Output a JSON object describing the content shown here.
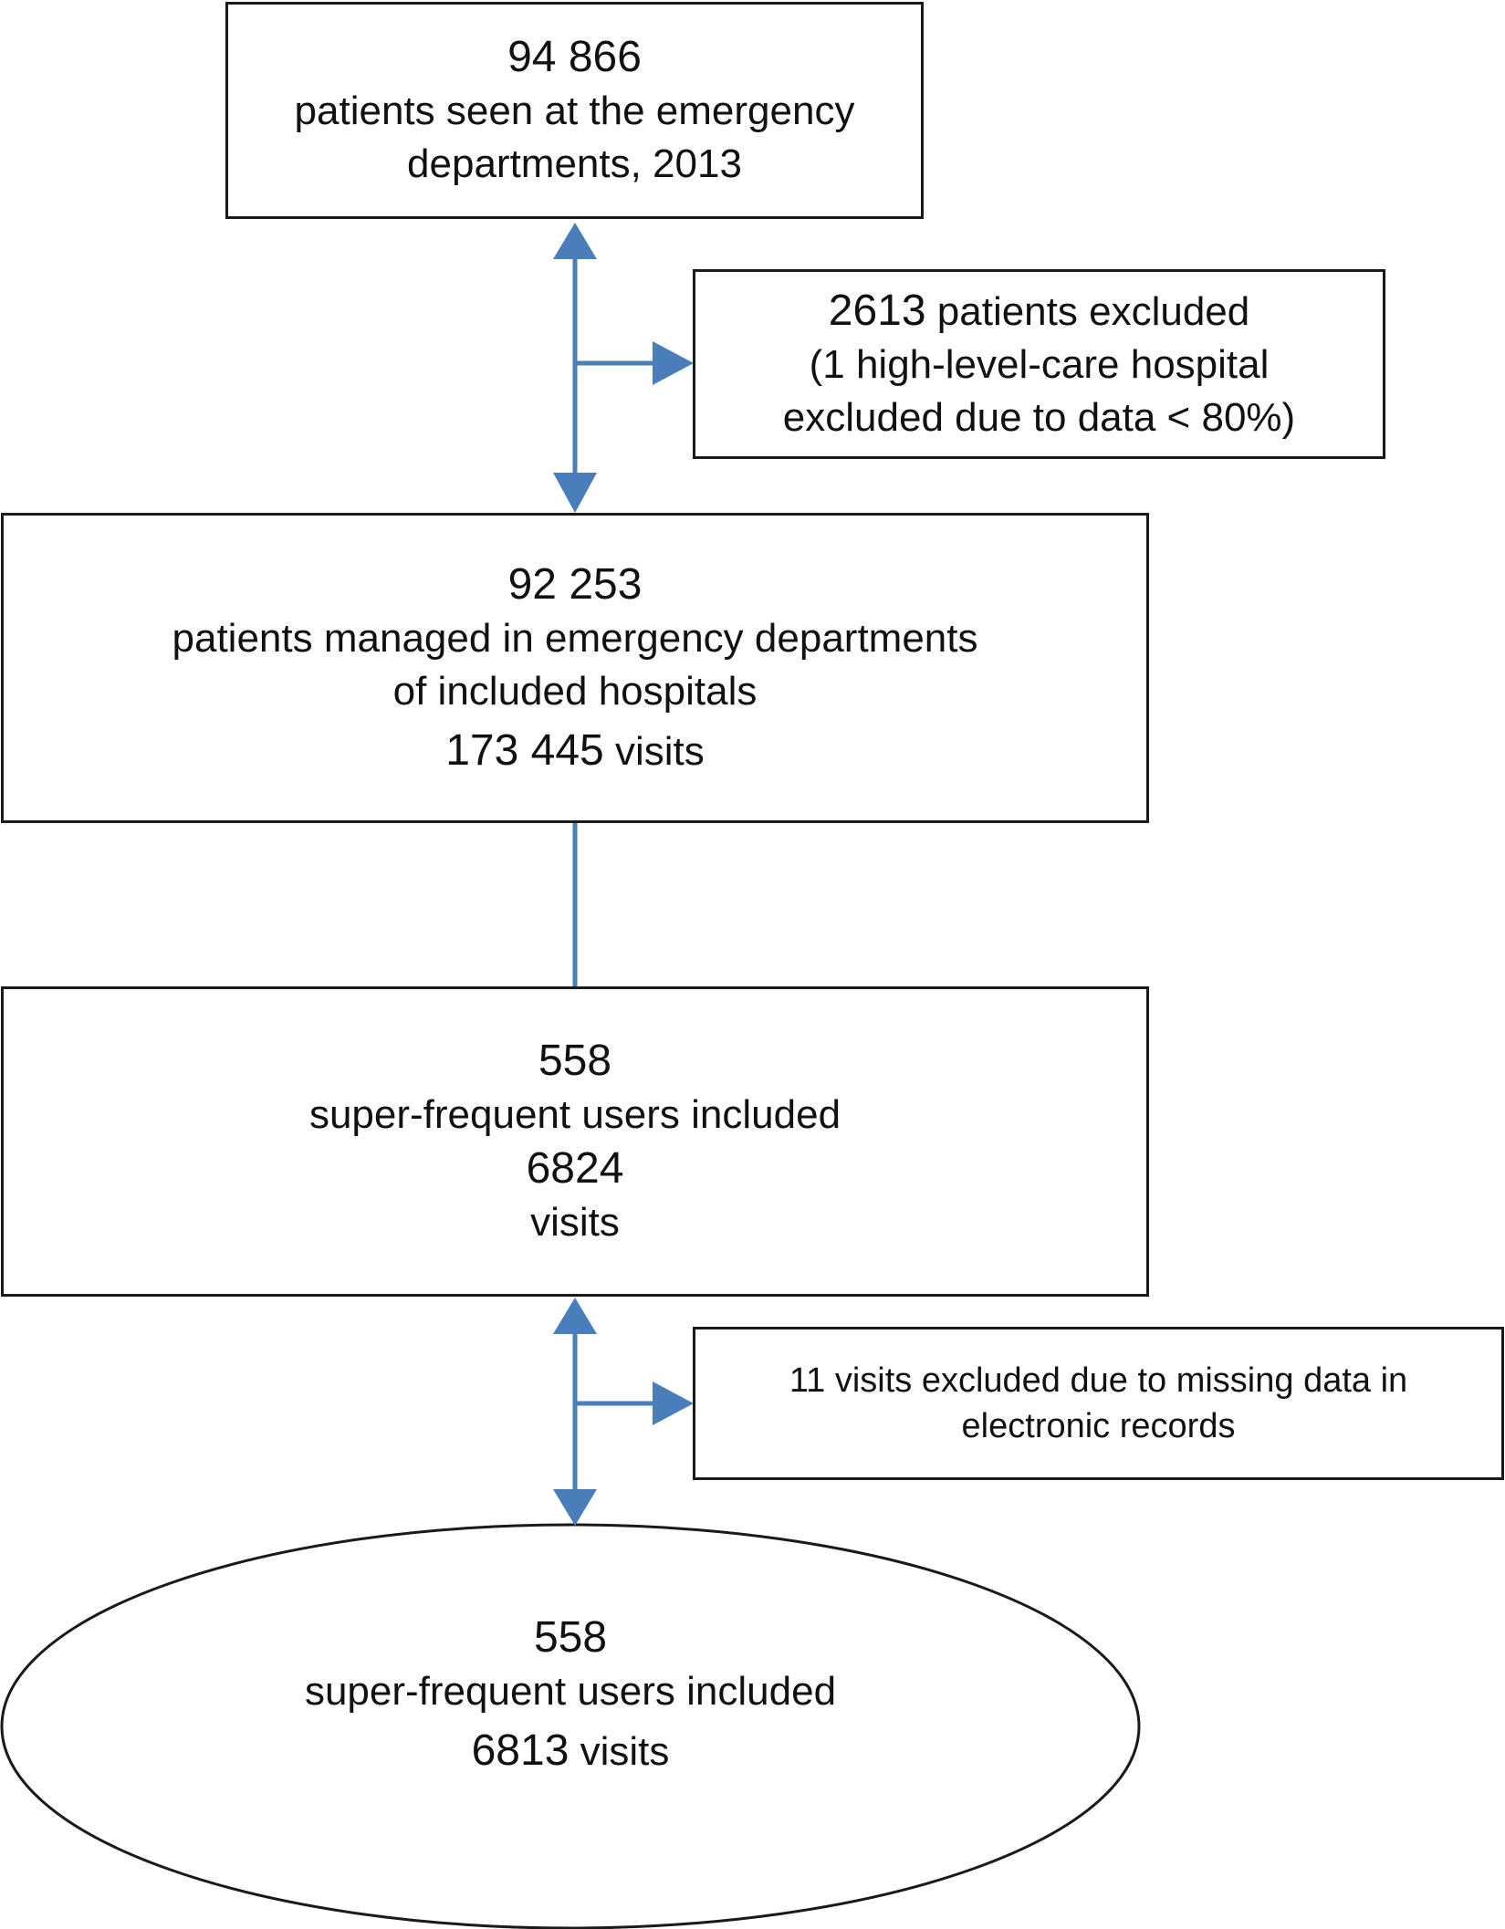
{
  "colors": {
    "connector": "#4a7ebb",
    "border": "#1a1a1a"
  },
  "boxes": {
    "seen": {
      "count": "94 866",
      "line1": "patients seen at the emergency",
      "line2": "departments, 2013"
    },
    "excluded_patients": {
      "count": "2613",
      "suffix": " patients excluded",
      "line2": "(1 high-level-care hospital",
      "line3": "excluded due to data < 80%)"
    },
    "managed": {
      "count": "92 253",
      "line1": "patients managed in emergency departments",
      "line2": "of included hospitals",
      "visits_count": "173 445",
      "visits_suffix": " visits"
    },
    "super_frequent": {
      "count": "558",
      "line1": "super-frequent users included",
      "visits_count": "6824",
      "visits_label": "visits"
    },
    "excluded_visits": {
      "line1": "11 visits excluded due to missing data in",
      "line2": "electronic records"
    },
    "final": {
      "count": "558",
      "line1": "super-frequent users included",
      "visits_count": "6813",
      "visits_suffix": " visits"
    }
  }
}
